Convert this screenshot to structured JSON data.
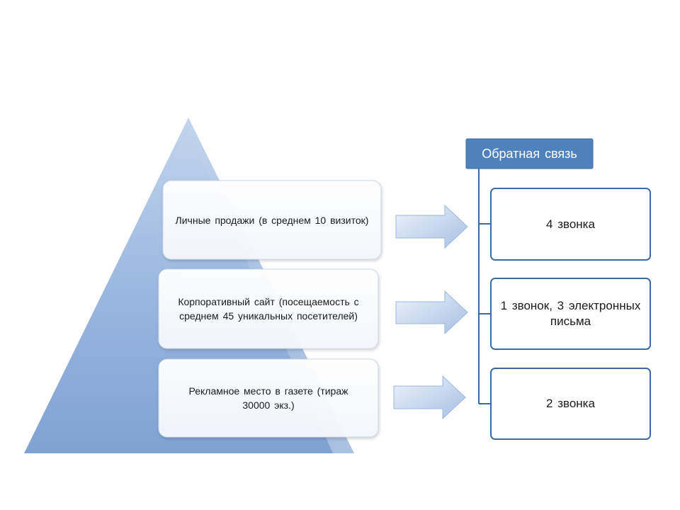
{
  "feedback_header": "Обратная связь",
  "levels": [
    {
      "label": "Личные продажи (в среднем 10 визиток)"
    },
    {
      "label": "Корпоративный сайт (посещаемость с среднем 45 уникальных посетителей)"
    },
    {
      "label": "Рекламное место в газете (тираж 30000 экз.)"
    }
  ],
  "results": [
    {
      "label": "4 звонка"
    },
    {
      "label": "1 звонок, 3 электронных письма"
    },
    {
      "label": "2 звонка"
    }
  ],
  "colors": {
    "pyramid_top": "#c2d4ec",
    "pyramid_bottom": "#7b9fd0",
    "header_fill": "#4f81bd",
    "box_border": "#3d6a9e",
    "connector": "#3d6a9e",
    "arrow_light": "#e6eef9",
    "arrow_dark": "#9bb8de"
  }
}
